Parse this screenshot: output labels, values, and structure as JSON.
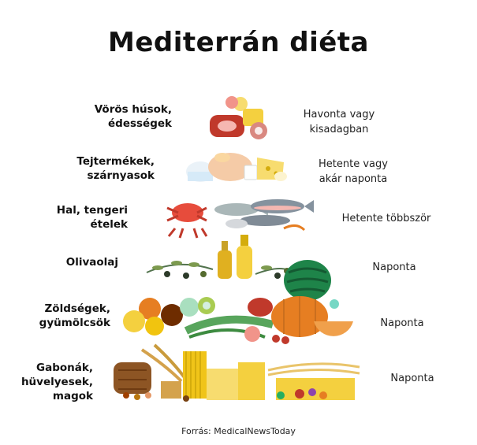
{
  "title": "Mediterrán diéta",
  "tiers": [
    {
      "label_lines": [
        "Vörös húsok,",
        "édességek"
      ],
      "freq_lines": [
        "Havonta vagy",
        "kisadagban"
      ]
    },
    {
      "label_lines": [
        "Tejtermékek,",
        "szárnyasok"
      ],
      "freq_lines": [
        "Hetente vagy",
        "akár naponta"
      ]
    },
    {
      "label_lines": [
        "Hal, tengeri",
        "ételek"
      ],
      "freq_lines": [
        "Hetente többször"
      ]
    },
    {
      "label_lines": [
        "Olivaolaj"
      ],
      "freq_lines": [
        "Naponta"
      ]
    },
    {
      "label_lines": [
        "Zöldségek,",
        "gyümölcsök"
      ],
      "freq_lines": [
        "Naponta"
      ]
    },
    {
      "label_lines": [
        "Gabonák,",
        "hüvelyesek,",
        "magok"
      ],
      "freq_lines": [
        "Naponta"
      ]
    }
  ],
  "source": "Forrás: MedicalNewsToday",
  "colors": {
    "meat": "#c0392b",
    "dairy": "#f2c94c",
    "fish": "#7f8c9a",
    "oil": "#e0b020",
    "vegetable": "#e67e22",
    "grain": "#d4a24c"
  }
}
